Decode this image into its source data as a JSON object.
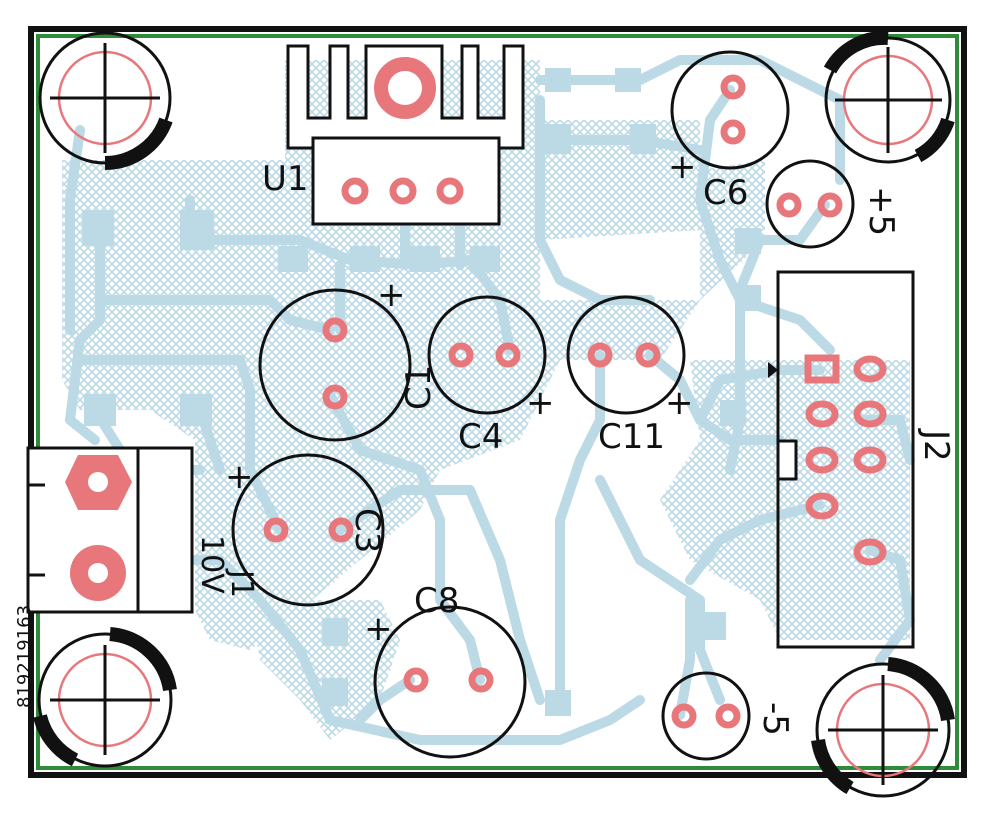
{
  "labels": {
    "u1": "U1",
    "c1": "C1",
    "c3": "C3",
    "c4": "C4",
    "c6": "C6",
    "c8": "C8",
    "c11": "C11",
    "j1": "J1",
    "j1_value": "10V",
    "j2": "J2",
    "plus5": "+5",
    "minus5": "-5",
    "plus": "+"
  },
  "watermark": "819219163",
  "colors": {
    "copper": "#bcd9e6",
    "pad": "#e8777b",
    "outline": "#111111",
    "edge": "#2e8b3a"
  }
}
